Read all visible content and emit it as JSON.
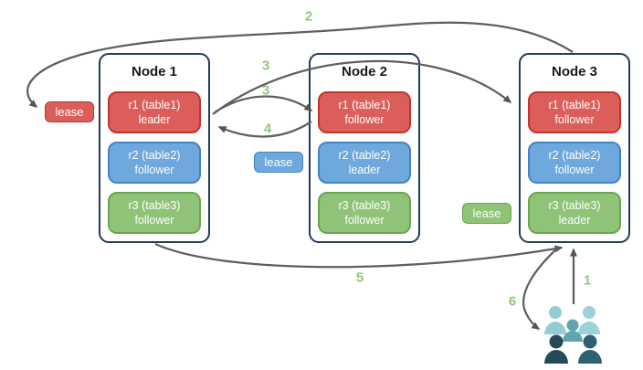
{
  "diagram_title": "raft-leaseholder-replication-diagram",
  "nodes": [
    {
      "title": "Node 1",
      "replicas": [
        {
          "name": "r1 (table1)",
          "role": "leader",
          "color": "red"
        },
        {
          "name": "r2 (table2)",
          "role": "follower",
          "color": "blue"
        },
        {
          "name": "r3 (table3)",
          "role": "follower",
          "color": "green"
        }
      ]
    },
    {
      "title": "Node 2",
      "replicas": [
        {
          "name": "r1 (table1)",
          "role": "follower",
          "color": "red"
        },
        {
          "name": "r2 (table2)",
          "role": "leader",
          "color": "blue"
        },
        {
          "name": "r3 (table3)",
          "role": "follower",
          "color": "green"
        }
      ]
    },
    {
      "title": "Node 3",
      "replicas": [
        {
          "name": "r1 (table1)",
          "role": "follower",
          "color": "red"
        },
        {
          "name": "r2 (table2)",
          "role": "follower",
          "color": "blue"
        },
        {
          "name": "r3 (table3)",
          "role": "leader",
          "color": "green"
        }
      ]
    }
  ],
  "leases": [
    {
      "label": "lease",
      "color": "red"
    },
    {
      "label": "lease",
      "color": "blue"
    },
    {
      "label": "lease",
      "color": "green"
    }
  ],
  "steps": {
    "step1": "1",
    "step2": "2",
    "step3a": "3",
    "step3b": "3",
    "step4": "4",
    "step5": "5",
    "step6": "6"
  },
  "users": {
    "icon": "users-group-icon",
    "colors": {
      "back_left": "#92cdd5",
      "back_right": "#9bd3d8",
      "center": "#5fa5ae",
      "front_left": "#274a59",
      "front_right": "#2f6071"
    }
  },
  "colors": {
    "red_fill": "#dc5e5a",
    "red_border": "#c0362f",
    "blue_fill": "#6fa8dc",
    "blue_border": "#4382c4",
    "green_fill": "#8fc377",
    "green_border": "#6aa552",
    "node_border": "#243a5e",
    "arrow": "#5f5f5f",
    "step_label": "#93c47d"
  }
}
